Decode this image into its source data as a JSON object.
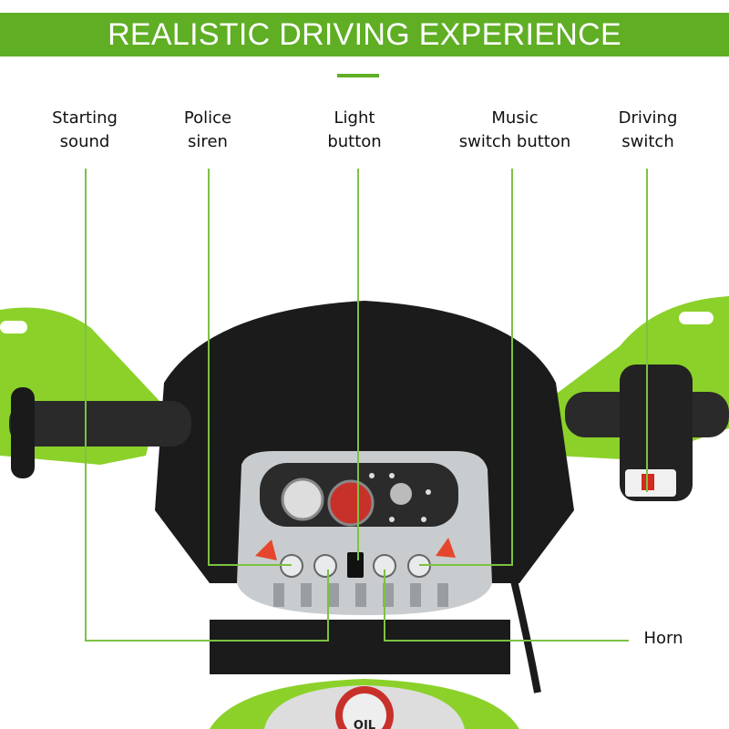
{
  "banner": {
    "title": "REALISTIC DRIVING EXPERIENCE",
    "color": "#5fae24"
  },
  "labels": {
    "starting_sound": [
      "Starting",
      "sound"
    ],
    "police_siren": [
      "Police",
      "siren"
    ],
    "light_button": [
      "Light",
      "button"
    ],
    "music_switch": [
      "Music",
      "switch button"
    ],
    "driving_switch": [
      "Driving",
      "switch"
    ],
    "horn": "Horn"
  },
  "dashboard": {
    "tank_cap_text": "OIL"
  },
  "colors": {
    "line": "#7cc242",
    "body_green": "#8bd12a",
    "black": "#1b1b1b",
    "panel": "#c9ccce"
  }
}
